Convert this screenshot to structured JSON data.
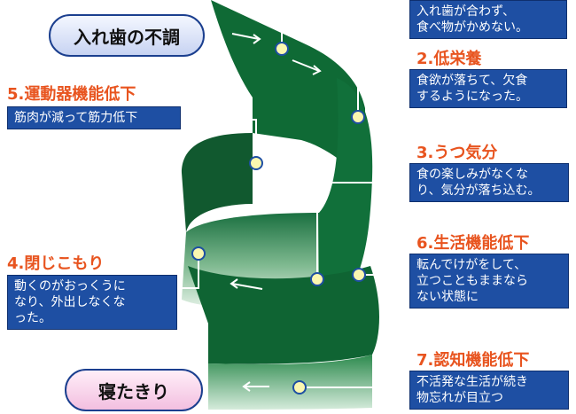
{
  "diagram": {
    "start_label": "入れ歯の不調",
    "end_label": "寝たきり",
    "steps": [
      {
        "heading": "",
        "lines": [
          "入れ歯が合わず、",
          "食べ物がかめない。"
        ]
      },
      {
        "heading": "2.低栄養",
        "lines": [
          "食欲が落ちて、欠食",
          "するようになった。"
        ]
      },
      {
        "heading": "3.うつ気分",
        "lines": [
          "食の楽しみがなくな",
          "り、気分が落ち込む。"
        ]
      },
      {
        "heading": "4.閉じこもり",
        "lines": [
          "動くのがおっくうに",
          "なり、外出しなくな",
          "った。"
        ]
      },
      {
        "heading": "5.運動器機能低下",
        "lines": [
          "筋肉が減って筋力低下"
        ]
      },
      {
        "heading": "6.生活機能低下",
        "lines": [
          "転んでけがをして、",
          "立つこともままなら",
          "ない状態に"
        ]
      },
      {
        "heading": "7.認知機能低下",
        "lines": [
          "不活発な生活が続き",
          "物忘れが目立つ"
        ]
      }
    ]
  },
  "colors": {
    "ribbon_dark": "#0f5e32",
    "ribbon_mid": "#2f8a4c",
    "ribbon_light": "#dbeee0",
    "box_fill": "#1e4fa3",
    "heading_text": "#e8541f",
    "marker_fill": "#fbf7b0"
  }
}
